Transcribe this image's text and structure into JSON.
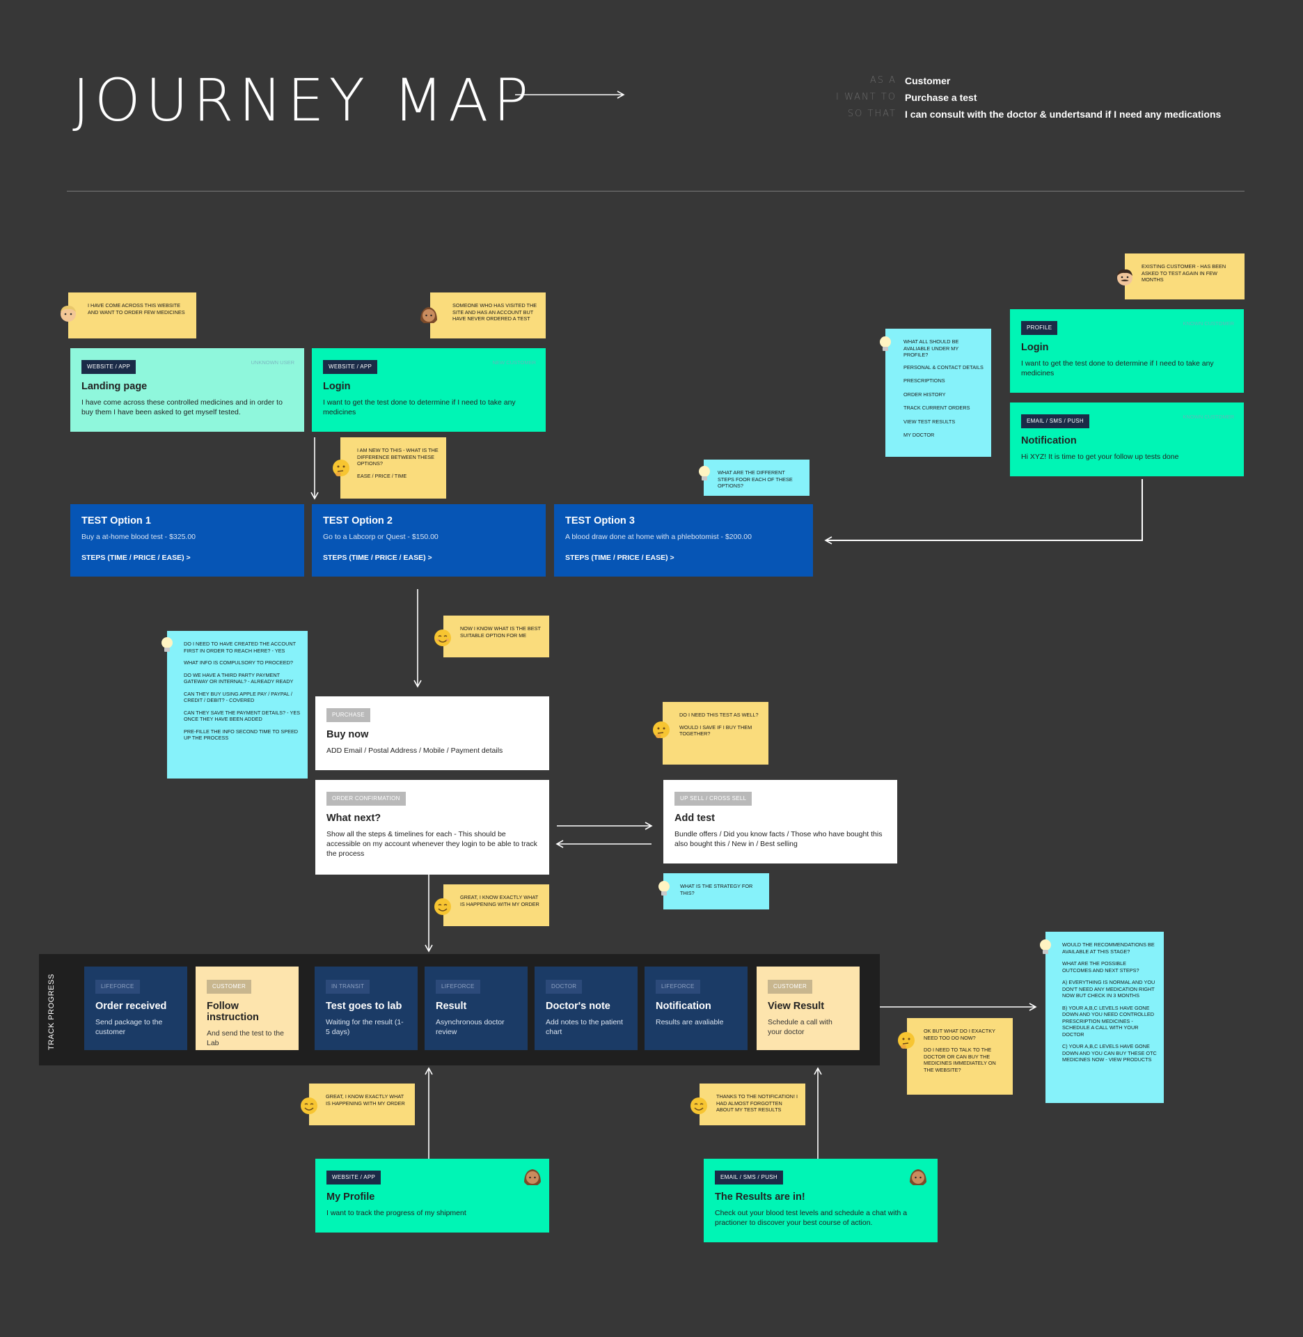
{
  "header": {
    "title": "JOURNEY  MAP",
    "story": [
      {
        "label": "AS  A",
        "value": "Customer"
      },
      {
        "label": "I  WANT  TO",
        "value": "Purchase a test"
      },
      {
        "label": "SO  THAT",
        "value": "I can consult with the doctor & undertsand if I need any medications"
      }
    ]
  },
  "stickies": {
    "come_across": "I HAVE COME ACROSS THIS WEBSITE AND WANT TO ORDER FEW MEDICINES",
    "visited_site": "SOMEONE WHO HAS VISITED THE SITE AND HAS AN ACCOUNT BUT HAVE NEVER ORDERED A TEST",
    "existing_customer": "EXISTING CUSTOMER - HAS BEEN ASKED TO TEST AGAIN IN FEW MONTHS",
    "profile_question": "WHAT ALL SHOULD BE AVALIABLE UNDER MY PROFILE?",
    "profile_items": [
      "PERSONAL & CONTACT DETAILS",
      "PRESCRIPTIONS",
      "ORDER HISTORY",
      "TRACK CURRENT ORDERS",
      "VIEW TEST RESULTS",
      "MY DOCTOR"
    ],
    "new_to_this": "I AM NEW TO THIS - WHAT IS THE DIFFERENCE BETWEEN THESE OPTIONS?",
    "ease_price_time": "EASE / PRICE / TIME",
    "different_steps": "WHAT ARE THE DIFFERENT STEPS FOOR EACH OF THESE OPTIONS?",
    "now_i_know": "NOW I KNOW WHAT IS THE BEST SUITABLE OPTION FOR ME",
    "account_questions": [
      "DO I NEED TO HAVE CREATED THE ACCOUNT FIRST IN ORDER TO REACH HERE? - YES",
      "WHAT INFO IS COMPULSORY TO PROCEED?",
      "DO WE HAVE A THIRD PARTY PAYMENT GATEWAY OR INTERNAL? - ALREADY READY",
      "CAN THEY BUY USING APPLE PAY / PAYPAL / CREDIT / DEBIT? - COVERED",
      "CAN THEY SAVE THE PAYMENT DETAILS? - YES ONCE THEY HAVE BEEN ADDED",
      "PRE-FILLE THE INFO SECOND TIME TO SPEED UP THE PROCESS"
    ],
    "need_this_test": "DO I NEED THIS TEST AS WELL?",
    "save_together": "WOULD I SAVE IF I BUY THEM TOGETHER?",
    "strategy": "WHAT IS THE STRATEGY FOR THIS?",
    "great_know_1": "GREAT, I KNOW EXACTLY WHAT IS HAPPENING WITH MY ORDER",
    "great_know_2": "GREAT, I KNOW EXACTLY WHAT IS HAPPENING WITH MY ORDER",
    "thanks_notification": "THANKS TO THE NOTIFICATION! I HAD ALMOST FORGOTTEN ABOUT MY TEST RESULTS",
    "ok_but": "OK BUT WHAT DO I EXACTKY NEED TOO DO NOW?",
    "talk_to_doctor": "DO I NEED TO TALK TO THE DOCTOR OR CAN BUY THE MEDICINES IMMEDIATELY ON THE WEBSITE?",
    "recommendations": [
      "WOULD THE RECOMMENDATIONS BE AVAILABLE AT THIS STAGE?",
      "WHAT ARE THE POSSIBLE OUTCOMES AND NEXT STEPS?",
      "A) EVERYTHING IS NORMAL AND YOU DON'T NEED ANY MEDICATION RIGHT NOW BUT CHECK IN 3 MONTHS",
      "B) YOUR A,B,C LEVELS HAVE GONE DOWN AND YOU NEED CONTROLLED PRESCRIPTION MEDICINES - SCHEDULE A CALL WITH YOUR DOCTOR",
      "C) YOUR A,B,C LEVELS HAVE GONE DOWN AND YOU CAN BUY THESE OTC MEDICINES NOW - VIEW PRODUCTS"
    ]
  },
  "cards": {
    "landing": {
      "tag": "WEBSITE / APP",
      "role": "UNKNOWN USER",
      "title": "Landing page",
      "text": "I have come across these controlled medicines and in order to buy them I have been asked to get myself tested."
    },
    "login_new": {
      "tag": "WEBSITE / APP",
      "role": "NEW CUSTOMER",
      "title": "Login",
      "text": "I want to get the test done to determine if I need to take any medicines"
    },
    "login_known": {
      "tag": "PROFILE",
      "role": "KNOWN CUSTOMER",
      "title": "Login",
      "text": "I want to get the test done to determine if I need to take any medicines"
    },
    "notification_known": {
      "tag": "EMAIL / SMS / PUSH",
      "role": "KNOWN CUSTOMER",
      "title": "Notification",
      "text": "Hi XYZ! It is time to get your follow up tests done"
    },
    "option1": {
      "title": "TEST Option 1",
      "text": "Buy a at-home blood test - $325.00",
      "steps": "STEPS (TIME / PRICE / EASE) >"
    },
    "option2": {
      "title": "TEST Option 2",
      "text": "Go to a Labcorp or Quest - $150.00",
      "steps": "STEPS (TIME / PRICE / EASE) >"
    },
    "option3": {
      "title": "TEST Option 3",
      "text": "A blood draw done at home with a phlebotomist - $200.00",
      "steps": "STEPS (TIME / PRICE / EASE) >"
    },
    "buy_now": {
      "tag": "PURCHASE",
      "title": "Buy now",
      "text": "ADD Email / Postal Address / Mobile / Payment details"
    },
    "what_next": {
      "tag": "ORDER CONFIRMATION",
      "title": "What next?",
      "text": "Show all the steps & timelines for each - This should be accessible on my account whenever they login to be able to track the process"
    },
    "add_test": {
      "tag": "UP SELL / CROSS SELL",
      "title": "Add test",
      "text": "Bundle offers / Did you know facts / Those who have bought this also bought this / New in / Best selling"
    },
    "my_profile": {
      "tag": "WEBSITE / APP",
      "title": "My Profile",
      "text": "I want to track the progress of my shipment"
    },
    "results_in": {
      "tag": "EMAIL / SMS / PUSH",
      "title": "The Results are in!",
      "text": "Check out your blood test levels and schedule a chat with a practioner to discover your best course of action."
    }
  },
  "track": {
    "label": "TRACK PROGRESS",
    "steps": [
      {
        "tag": "LIFEFORCE",
        "title": "Order received",
        "text": "Send package to the customer"
      },
      {
        "tag": "CUSTOMER",
        "title": "Follow instruction",
        "text": "And send the test to the Lab"
      },
      {
        "tag": "IN TRANSIT",
        "title": "Test goes to lab",
        "text": "Waiting for the result (1-5 days)"
      },
      {
        "tag": "LIFEFORCE",
        "title": "Result",
        "text": "Asynchronous doctor review"
      },
      {
        "tag": "DOCTOR",
        "title": "Doctor's note",
        "text": "Add notes to the patient chart"
      },
      {
        "tag": "LIFEFORCE",
        "title": "Notification",
        "text": "Results are avaliable"
      },
      {
        "tag": "CUSTOMER",
        "title": "View Result",
        "text": "Schedule a call with your doctor"
      }
    ]
  },
  "colors": {
    "background": "#373737",
    "mint": "#8ff7dc",
    "green": "#00f5b5",
    "blue": "#0655b5",
    "navy": "#1b3b66",
    "yellow_sticky": "#fadc7c",
    "cyan_sticky": "#86f2fa",
    "cream": "#fde4ad"
  }
}
